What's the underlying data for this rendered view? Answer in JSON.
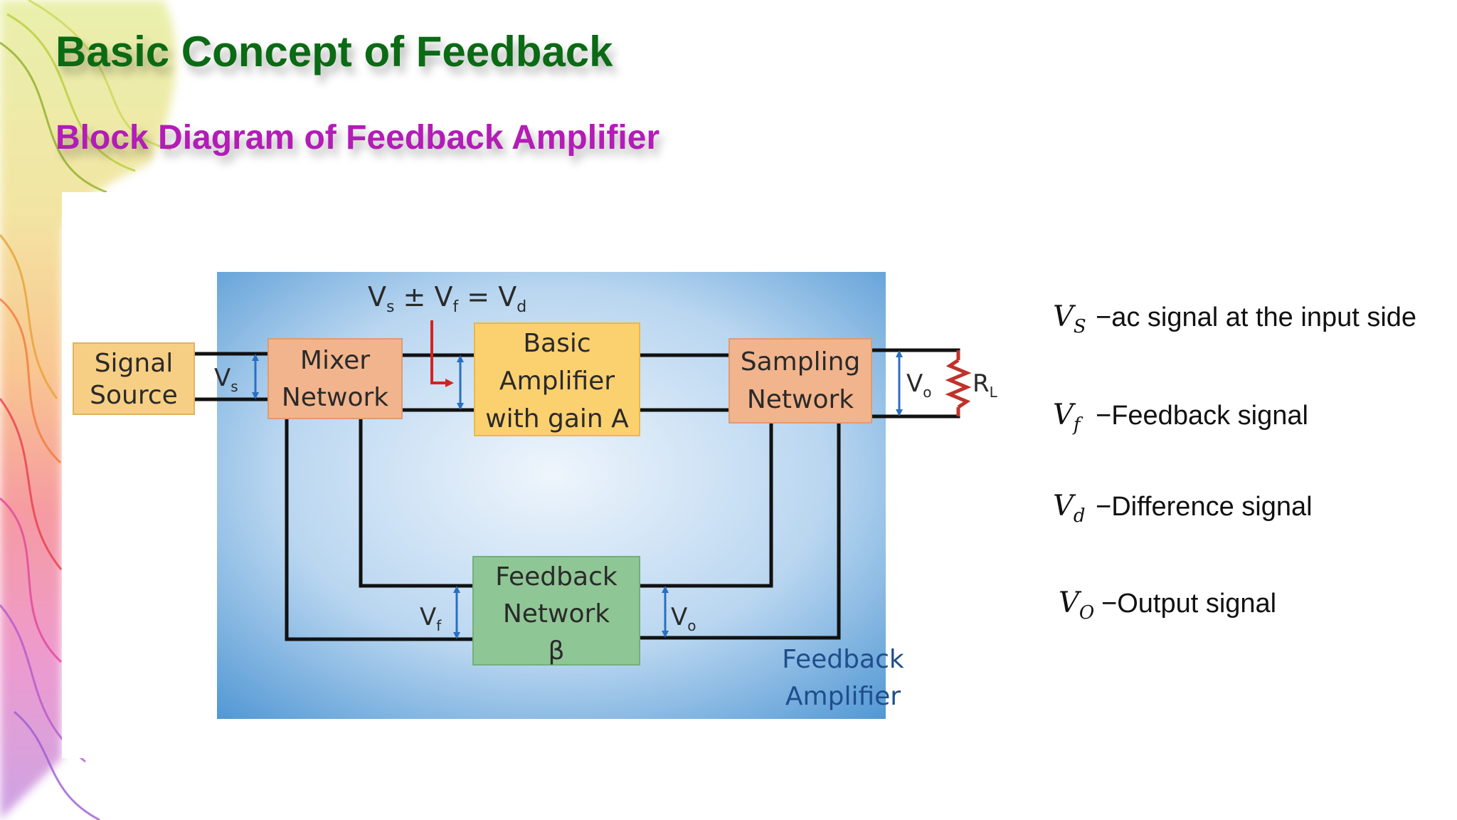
{
  "slide": {
    "title": "Basic Concept of Feedback",
    "subtitle": "Block Diagram of Feedback Amplifier"
  },
  "diagram": {
    "blocks": {
      "signal_source": [
        "Signal",
        "Source"
      ],
      "mixer": [
        "Mixer",
        "Network"
      ],
      "amplifier": [
        "Basic",
        "Amplifier",
        "with gain A"
      ],
      "sampling": [
        "Sampling",
        "Network"
      ],
      "feedback": [
        "Feedback",
        "Network",
        "β"
      ]
    },
    "equation": {
      "vs": "V",
      "vs_sub": "s",
      "pm": " ± ",
      "vf": "V",
      "vf_sub": "f",
      "eq": " = ",
      "vd": "V",
      "vd_sub": "d"
    },
    "labels": {
      "vs": "V",
      "vs_sub": "s",
      "vo": "V",
      "vo_sub": "o",
      "rl": "R",
      "rl_sub": "L",
      "vf": "V",
      "vf_sub": "f",
      "vo2": "V",
      "vo2_sub": "o"
    },
    "caption": [
      "Feedback",
      "Amplifier"
    ],
    "colors": {
      "background_outer": "#2f80c9",
      "background_inner": "#e6f1fb",
      "source": "#f7cf84",
      "mixer": "#f2b48c",
      "amplifier": "#fbd06f",
      "sampling": "#f2b48c",
      "feedback": "#8fc695",
      "arrow_blue": "#2a6fc0",
      "arrow_red": "#d4231f",
      "resistor": "#c0322b",
      "caption": "#1f4e8c"
    }
  },
  "legend": [
    {
      "sym": "V",
      "sub": "S",
      "dash": "−",
      "desc": "ac signal at the input side"
    },
    {
      "sym": "V",
      "sub": "f",
      "dash": "−",
      "desc": "Feedback signal"
    },
    {
      "sym": "V",
      "sub": "d",
      "dash": "−",
      "desc": "Difference signal"
    },
    {
      "sym": "V",
      "sub": "O",
      "dash": "−",
      "desc": "Output signal"
    }
  ]
}
